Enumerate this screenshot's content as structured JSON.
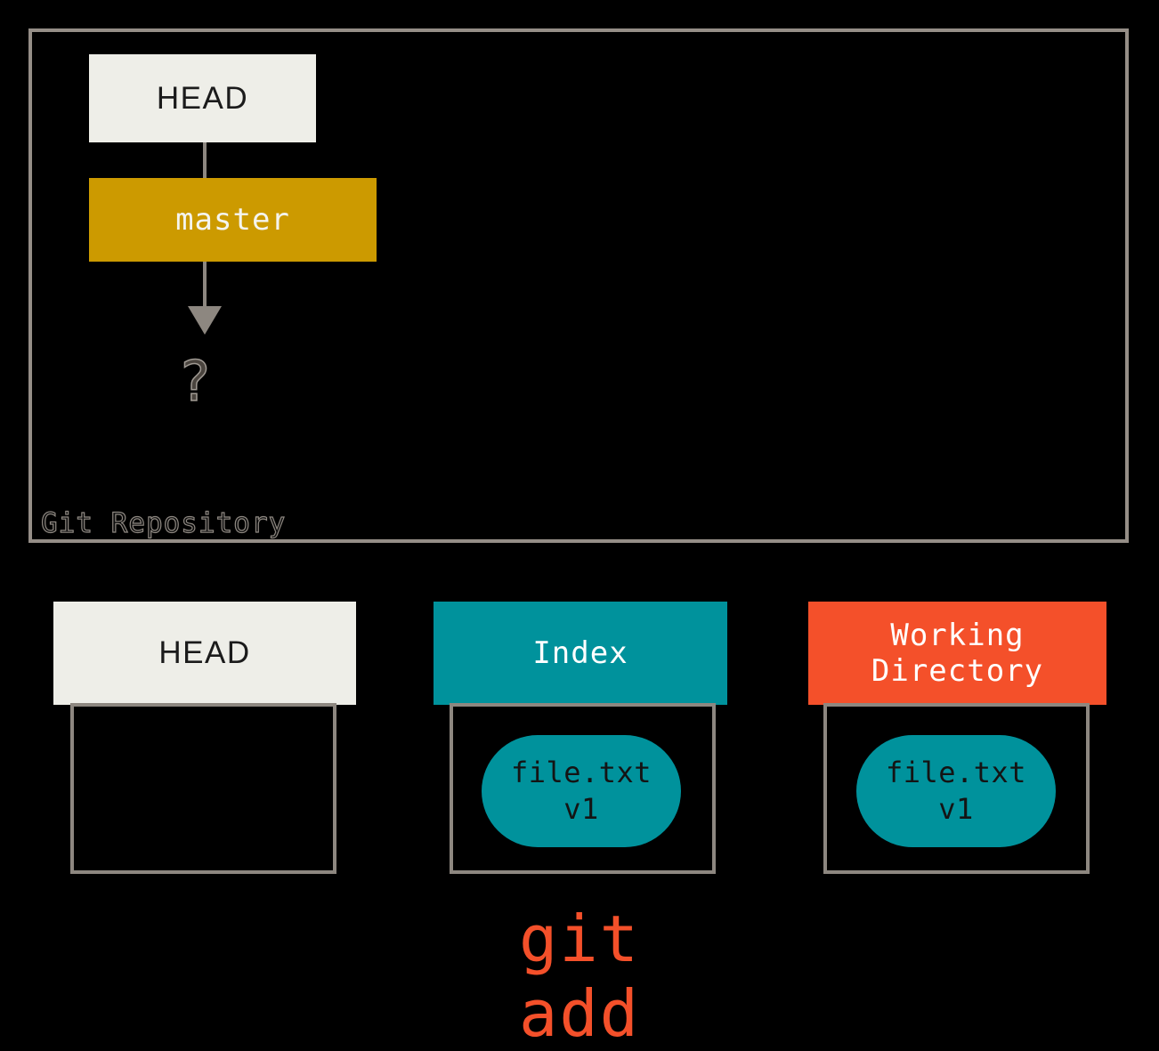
{
  "diagram": {
    "title_label": "Git Repository",
    "repository": {
      "label": "Git Repository",
      "head_box": {
        "label": "HEAD"
      },
      "branch_box": {
        "label": "master"
      },
      "pending_commit": {
        "label": "?"
      }
    },
    "areas": [
      {
        "name": "head",
        "header_label": "HEAD",
        "header_color": "#eeeee8",
        "header_text_color": "#1b1b1b",
        "contents": []
      },
      {
        "name": "index",
        "header_label": "Index",
        "header_color": "#00929c",
        "header_text_color": "#ffffff",
        "contents": [
          {
            "label": "file.txt\nv1",
            "color": "#00929c"
          }
        ]
      },
      {
        "name": "working-directory",
        "header_label": "Working\nDirectory",
        "header_color": "#f4502a",
        "header_text_color": "#ffffff",
        "contents": [
          {
            "label": "file.txt\nv1",
            "color": "#00929c"
          }
        ]
      }
    ],
    "caption": {
      "command": "git add",
      "color": "#f4502a"
    },
    "colors": {
      "background": "#000000",
      "border": "#8d8780",
      "branch": "#cc9a00",
      "teal": "#00929c",
      "orange": "#f4502a",
      "cream": "#eeeee8"
    }
  }
}
